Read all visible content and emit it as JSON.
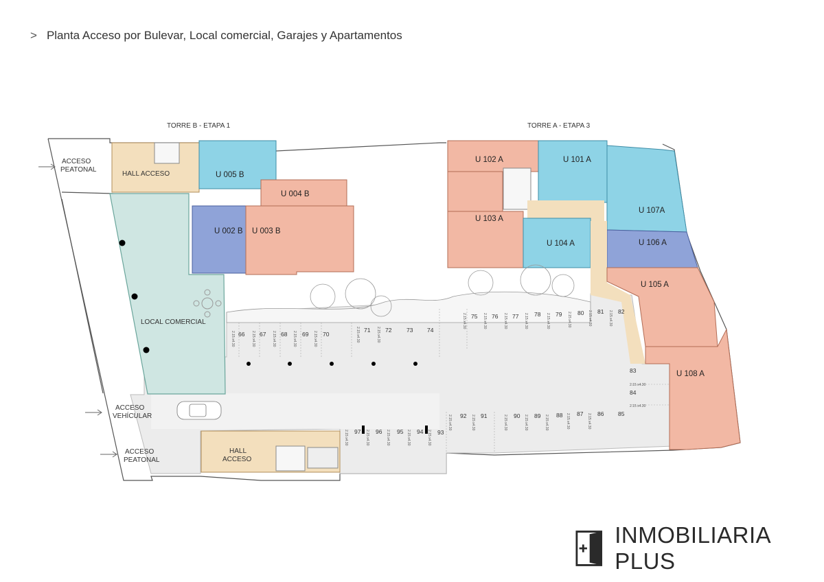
{
  "page_title": "Planta Acceso por Bulevar, Local comercial, Garajes y Apartamentos",
  "towers": {
    "b": "TORRE B - ETAPA 1",
    "a": "TORRE A - ETAPA 3"
  },
  "areas": {
    "acceso_peatonal_top": [
      "ACCESO",
      "PEATONAL"
    ],
    "hall_acceso_top": "HALL ACCESO",
    "local_comercial": "LOCAL COMERCIAL",
    "acceso_vehicular": [
      "ACCESO",
      "VEHÍCULAR"
    ],
    "acceso_peatonal_bottom": [
      "ACCESO",
      "PEATONAL"
    ],
    "hall_acceso_bottom": [
      "HALL",
      "ACCESO"
    ]
  },
  "units": {
    "u005b": "U 005 B",
    "u004b": "U 004 B",
    "u002b": "U 002 B",
    "u003b": "U 003 B",
    "u102a": "U 102 A",
    "u101a": "U 101 A",
    "u103a": "U 103 A",
    "u104a": "U 104 A",
    "u107a": "U 107A",
    "u106a": "U 106 A",
    "u105a": "U 105 A",
    "u108a": "U 108 A"
  },
  "parking_spaces": {
    "top_row": [
      "66",
      "67",
      "68",
      "69",
      "70",
      "71",
      "72",
      "73",
      "74",
      "75",
      "76",
      "77",
      "78",
      "79",
      "80",
      "81",
      "82"
    ],
    "right_col": [
      "83",
      "84"
    ],
    "middle_row": [
      "92",
      "91",
      "90",
      "89",
      "88",
      "87",
      "86",
      "85"
    ],
    "bottom_row": [
      "97",
      "96",
      "95",
      "94",
      "93"
    ],
    "size_label": "2.15 x4.30"
  },
  "colors": {
    "blue_unit": "#8ed3e6",
    "dark_blue_unit": "#8fa3d8",
    "salmon_unit": "#f2b8a4",
    "commercial": "#cfe6e2",
    "hall": "#f3dfbd",
    "garage": "#ececec"
  },
  "brand": {
    "name": "INMOBILIARIA PLUS",
    "logo_icon": "door-plus-icon"
  }
}
